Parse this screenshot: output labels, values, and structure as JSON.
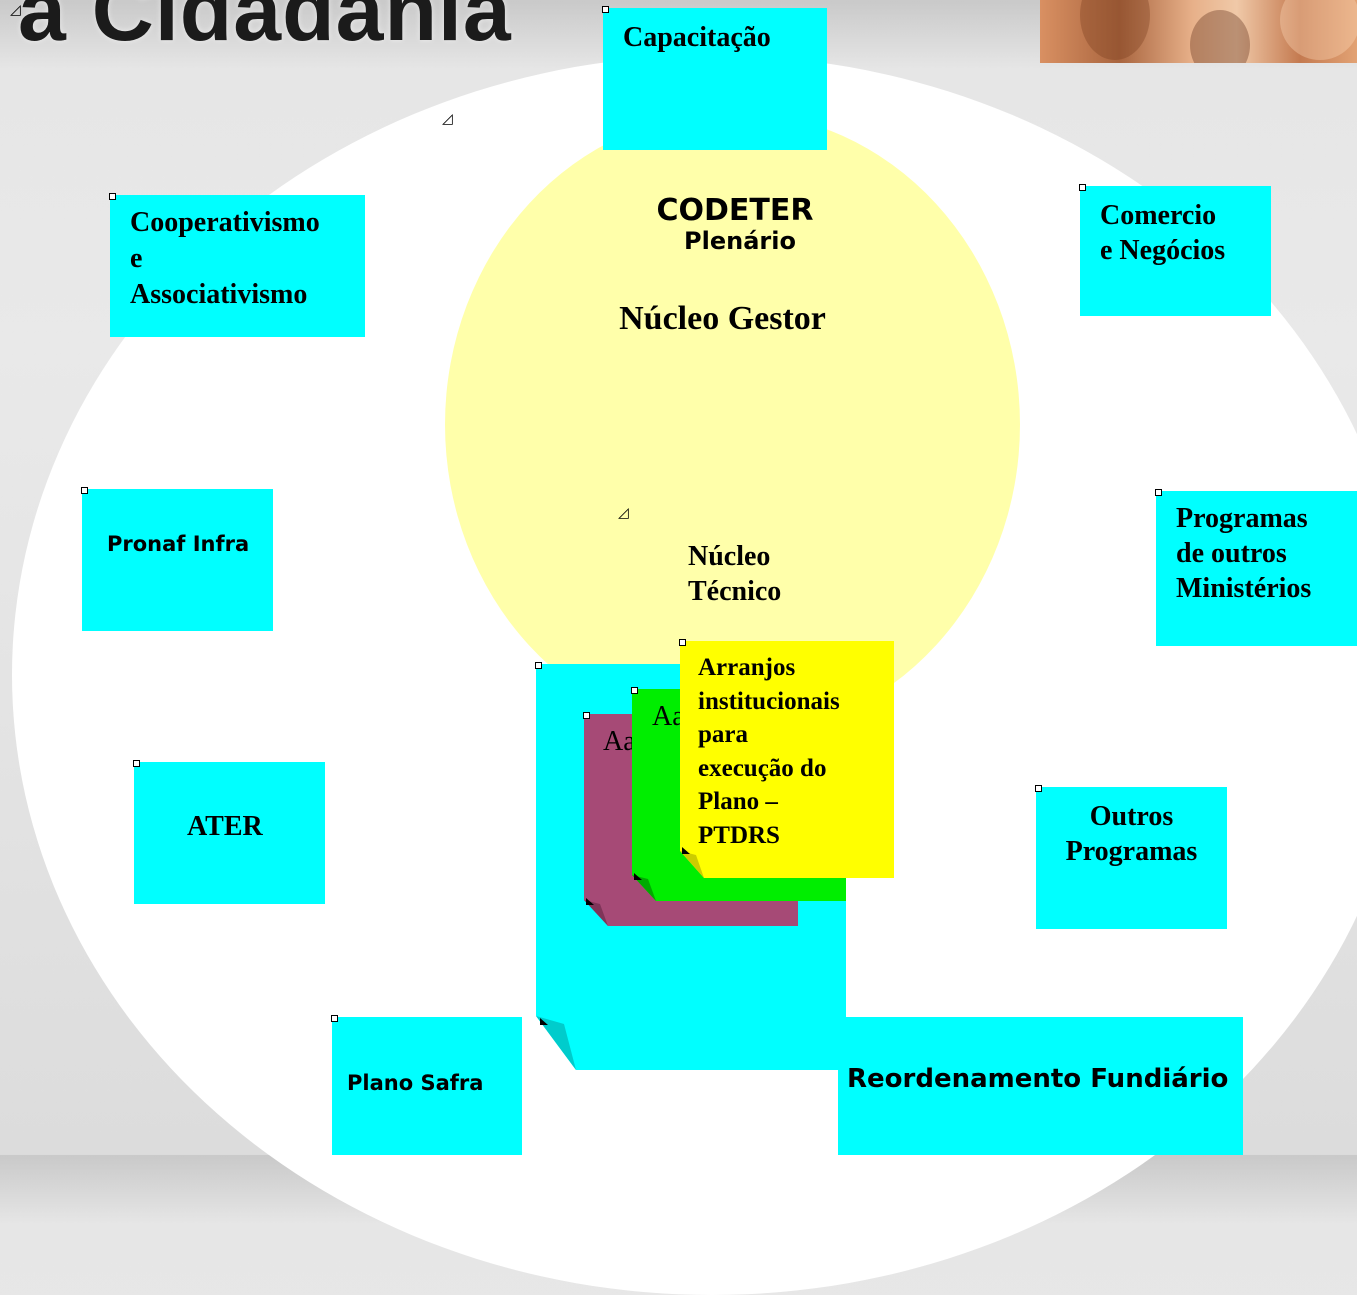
{
  "header": {
    "title_fragment": "a Cidadania"
  },
  "center": {
    "codeter": "CODETER",
    "plenario": "Plenário",
    "nucleo_gestor": "Núcleo Gestor",
    "nucleo_tecnico_1": "Núcleo",
    "nucleo_tecnico_2": "Técnico"
  },
  "notes": {
    "capacitacao": "Capacitação",
    "cooperativismo_1": "Cooperativismo",
    "cooperativismo_2": "e",
    "cooperativismo_3": "Associativismo",
    "comercio_1": "Comercio",
    "comercio_2": "e Negócios",
    "pronaf": "Pronaf Infra",
    "programas_1": "Programas",
    "programas_2": "de outros",
    "programas_3": "Ministérios",
    "ater": "ATER",
    "outros_1": "Outros",
    "outros_2": "Programas",
    "plano_safra": "Plano Safra",
    "reordenamento": "Reordenamento Fundiário",
    "stack_placeholder": "Aa",
    "arranjos_1": "Arranjos",
    "arranjos_2": "institucionais",
    "arranjos_3": "para",
    "arranjos_4": "execução do",
    "arranjos_5": "Plano –",
    "arranjos_6": "PTDRS"
  },
  "colors": {
    "note_cyan": "#00ffff",
    "note_purple": "#a64a76",
    "note_green": "#00ee00",
    "note_yellow": "#ffff00",
    "circle_yellow": "#ffffaa"
  }
}
